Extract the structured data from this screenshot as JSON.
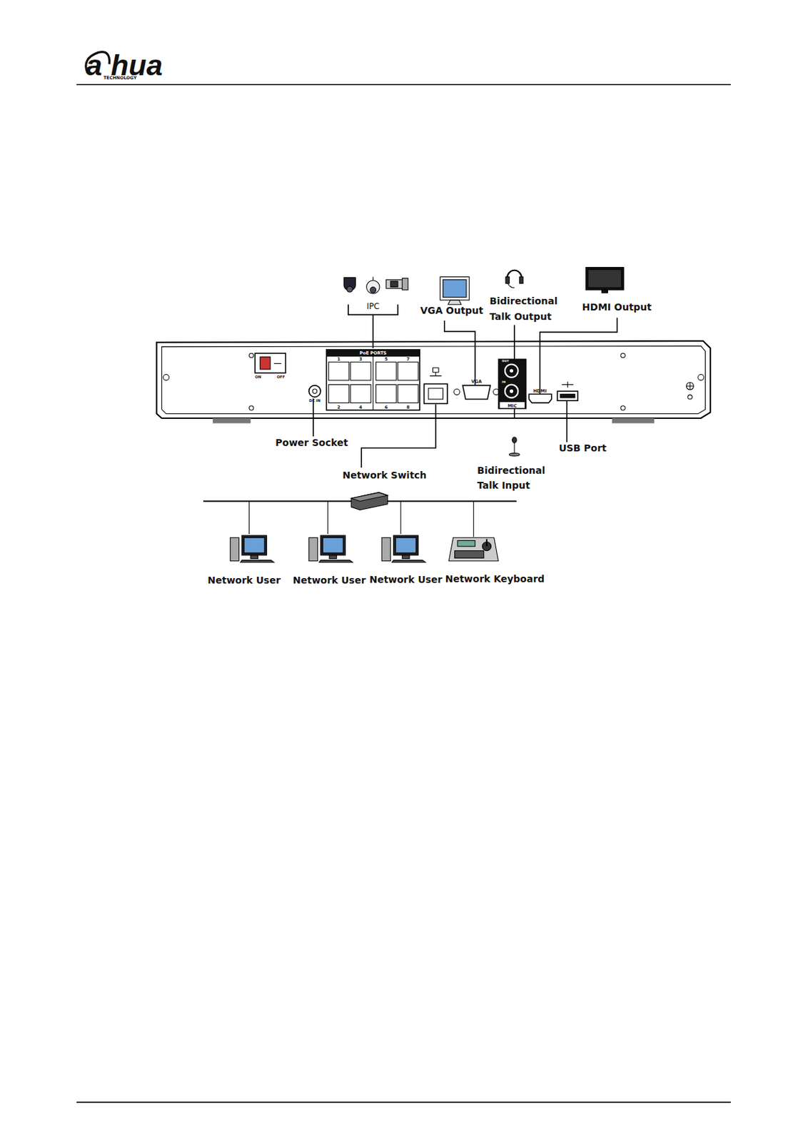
{
  "diagram": {
    "labels": [
      "a",
      "hua",
      "TECHNOLOGY",
      "IPC",
      "VGA Output",
      "Bidirectional Talk Output",
      "HDMI Output",
      "Power Socket",
      "Network Switch",
      "USB Port",
      "Bidirectional Talk Input",
      "Network User",
      "Network User",
      "Network User",
      "Network Keyboard",
      "ON",
      "OFF",
      "PoE PORTS",
      "1",
      "3",
      "5",
      "7",
      "2",
      "4",
      "6",
      "8",
      "DC IN",
      "VGA",
      "OUT",
      "IN",
      "MIC",
      "HDMI"
    ]
  }
}
